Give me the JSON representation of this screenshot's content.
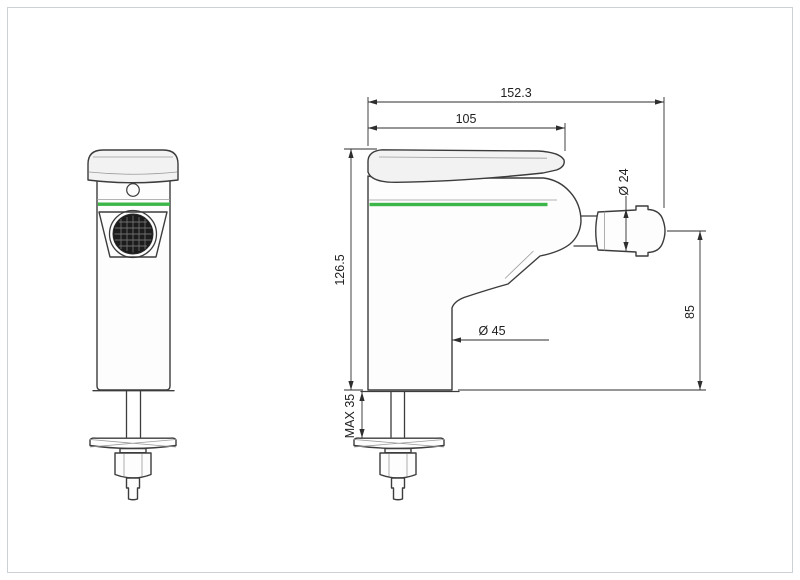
{
  "page": {
    "background": "#ffffff",
    "frame_color": "#ccd1d6"
  },
  "drawing": {
    "accent_green": "#3cb549",
    "aerator_dark": "#1c1c1c",
    "dimensions": {
      "overall_width": "152.3",
      "handle_length": "105",
      "overall_height": "126.5",
      "handle_knob_diameter": "Ø 24",
      "outlet_axis_height": "85",
      "body_diameter": "Ø 45",
      "max_deck_thickness": "MAX 35"
    }
  }
}
